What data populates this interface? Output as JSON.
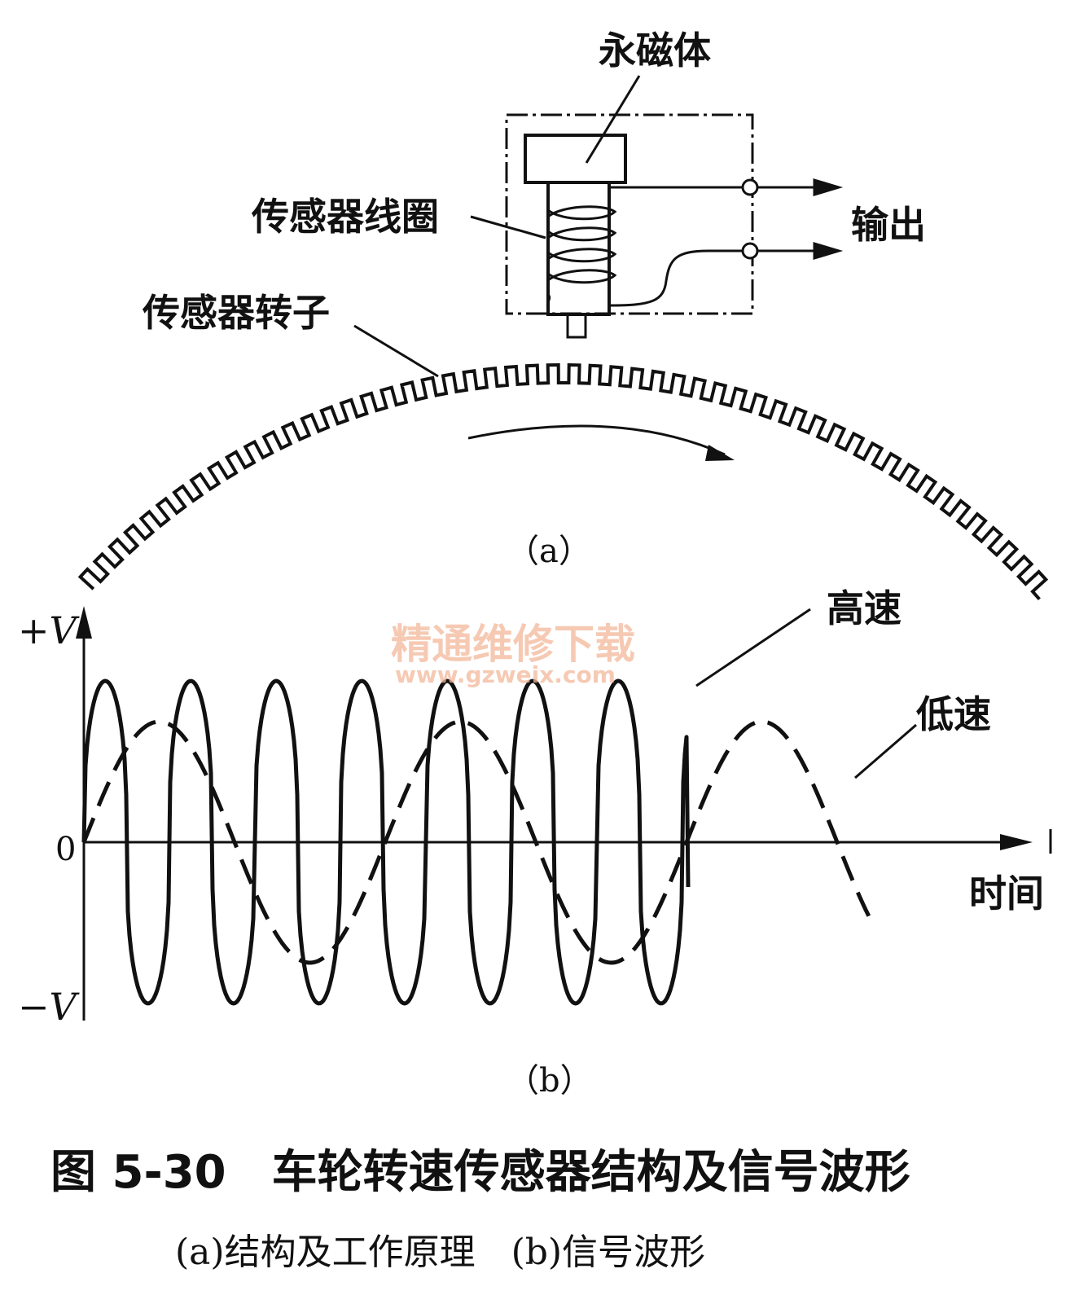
{
  "part_a": {
    "label_magnet": "永磁体",
    "label_coil": "传感器线圈",
    "label_output": "输出",
    "label_rotor": "传感器转子",
    "panel_label": "（a）"
  },
  "part_b": {
    "axis_y_pos": "+V",
    "axis_y_neg": "−V",
    "axis_zero": "0",
    "axis_x_label": "时间",
    "label_high_speed": "高速",
    "label_low_speed": "低速",
    "panel_label": "（b）"
  },
  "watermark": {
    "title": "精通维修下载",
    "url": "www.gzweix.com"
  },
  "caption": {
    "title": "图 5-30　车轮转速传感器结构及信号波形",
    "subtitle": "(a)结构及工作原理　(b)信号波形"
  },
  "colors": {
    "ink": "#111111",
    "watermark": "#f3b79a"
  }
}
